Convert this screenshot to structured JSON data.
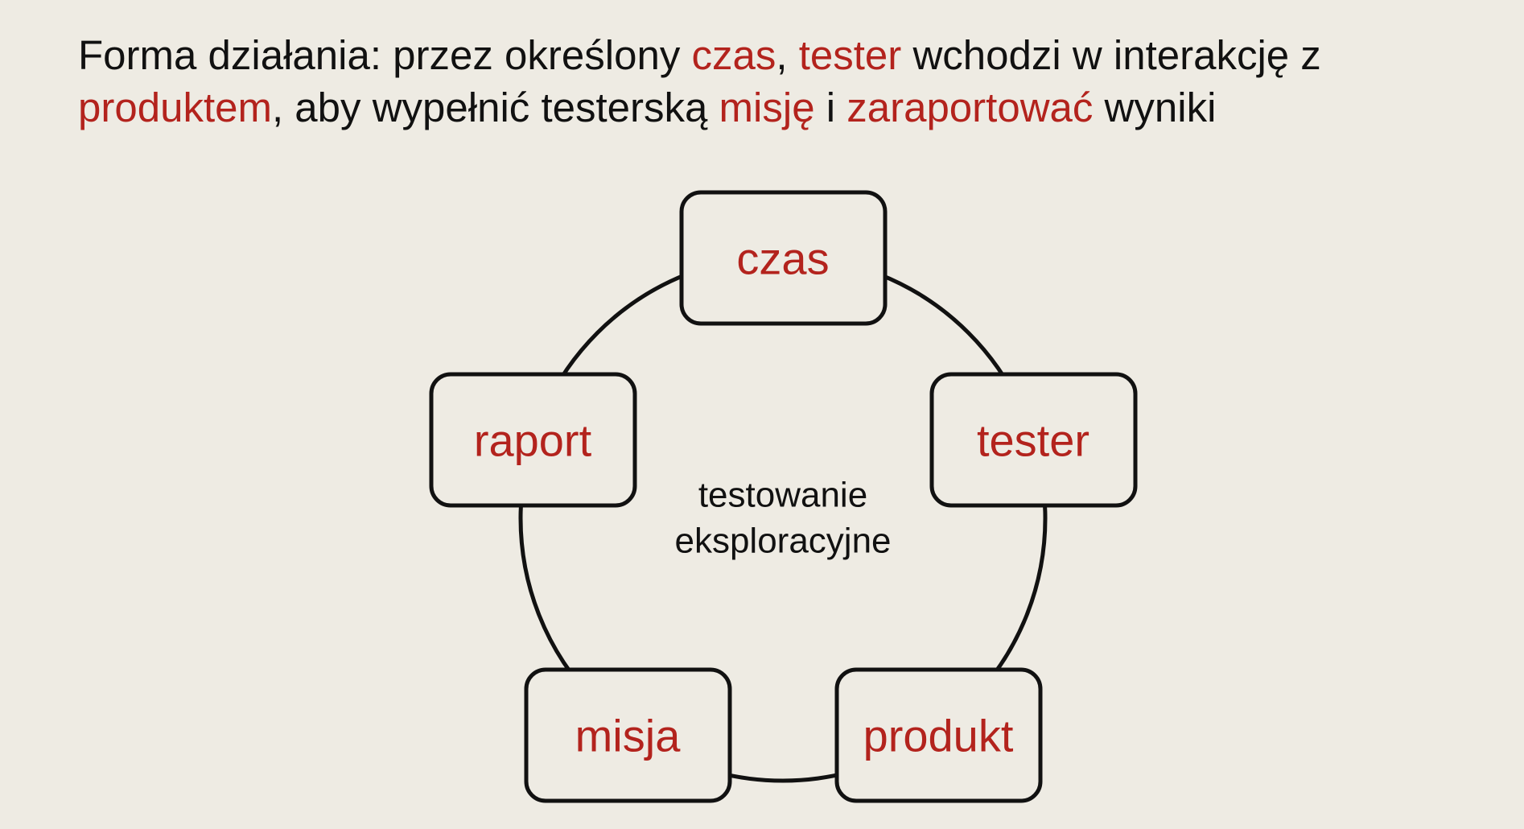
{
  "colors": {
    "background": "#eeebe3",
    "text": "#111111",
    "accent": "#b3231d",
    "stroke": "#111111",
    "node_fill": "#eeebe3"
  },
  "heading": {
    "segments": [
      {
        "text": "Forma działania: przez określony ",
        "highlight": false
      },
      {
        "text": "czas",
        "highlight": true
      },
      {
        "text": ", ",
        "highlight": false
      },
      {
        "text": "tester",
        "highlight": true
      },
      {
        "text": " wchodzi w interakcję z ",
        "highlight": false
      },
      {
        "text": "produktem",
        "highlight": true
      },
      {
        "text": ", aby wypełnić testerską ",
        "highlight": false
      },
      {
        "text": "misję",
        "highlight": true
      },
      {
        "text": " i ",
        "highlight": false
      },
      {
        "text": "zaraportować",
        "highlight": true
      },
      {
        "text": " wyniki",
        "highlight": false
      }
    ]
  },
  "diagram": {
    "center_lines": [
      "testowanie",
      "eksploracyjne"
    ],
    "nodes": {
      "czas": "czas",
      "tester": "tester",
      "produkt": "produkt",
      "misja": "misja",
      "raport": "raport"
    }
  }
}
